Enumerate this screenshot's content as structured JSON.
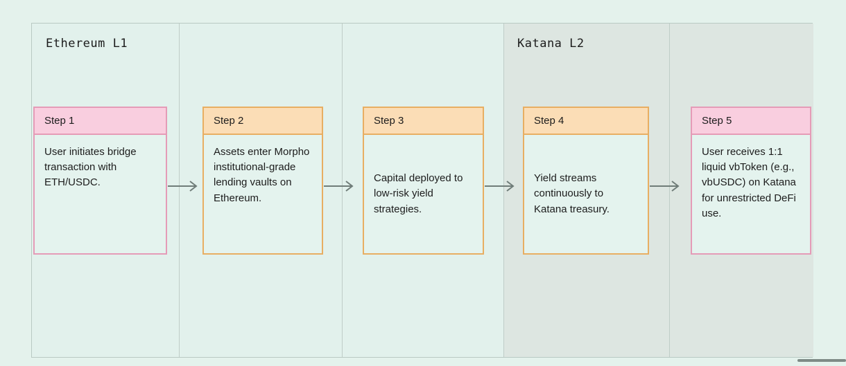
{
  "diagram": {
    "type": "flowchart",
    "title": "",
    "lanes": [
      {
        "id": "ethereum-l1",
        "label": "Ethereum L1",
        "background": "#e2f1ec"
      },
      {
        "id": "katana-l2",
        "label": "Katana L2",
        "background": "#dde6e1"
      }
    ],
    "steps": [
      {
        "id": "step-1",
        "header": "Step 1",
        "body": "User initiates bridge transaction with ETH/USDC.",
        "accent": "pink",
        "header_bg": "#f9cedf",
        "border": "#e59bb7",
        "lane": "ethereum-l1"
      },
      {
        "id": "step-2",
        "header": "Step 2",
        "body": "Assets enter Morpho institutional-grade lending vaults on Ethereum.",
        "accent": "orange",
        "header_bg": "#fbddb6",
        "border": "#e8ae62",
        "lane": "ethereum-l1"
      },
      {
        "id": "step-3",
        "header": "Step 3",
        "body": "Capital deployed to low-risk yield strategies.",
        "accent": "orange",
        "header_bg": "#fbddb6",
        "border": "#e8ae62",
        "lane": "ethereum-l1"
      },
      {
        "id": "step-4",
        "header": "Step 4",
        "body": "Yield streams continuously to Katana treasury.",
        "accent": "orange",
        "header_bg": "#fbddb6",
        "border": "#e8ae62",
        "lane": "katana-l2"
      },
      {
        "id": "step-5",
        "header": "Step 5",
        "body": "User receives 1:1 liquid vbToken (e.g., vbUSDC) on Katana for unrestricted DeFi use.",
        "accent": "pink",
        "header_bg": "#f9cedf",
        "border": "#e59bb7",
        "lane": "katana-l2"
      }
    ],
    "connectors": [
      {
        "id": "arrow-1",
        "from": "step-1",
        "to": "step-2",
        "glyph": "arrow-right-icon",
        "color": "#6f7c78"
      },
      {
        "id": "arrow-2",
        "from": "step-2",
        "to": "step-3",
        "glyph": "arrow-right-icon",
        "color": "#6f7c78"
      },
      {
        "id": "arrow-3",
        "from": "step-3",
        "to": "step-4",
        "glyph": "arrow-right-icon",
        "color": "#6f7c78"
      },
      {
        "id": "arrow-4",
        "from": "step-4",
        "to": "step-5",
        "glyph": "arrow-right-icon",
        "color": "#6f7c78"
      }
    ],
    "colors": {
      "canvas_background": "#e4f2ec",
      "frame_border": "#b9c9c3",
      "grid_line": "#bfcdc7",
      "text": "#1c1c1c",
      "scrollbar_thumb": "#7e8b86"
    }
  }
}
